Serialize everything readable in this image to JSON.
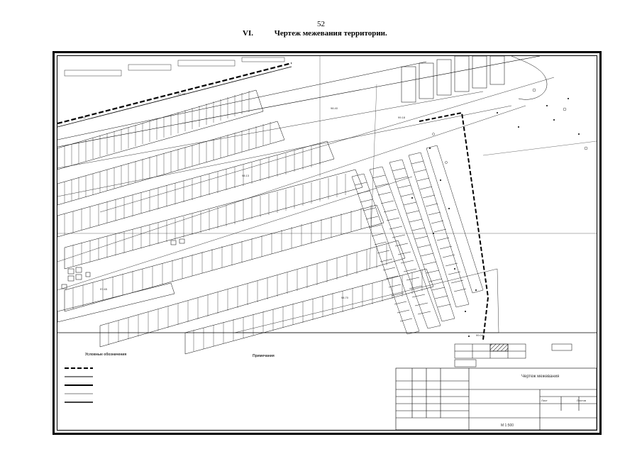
{
  "page_number": "52",
  "section": {
    "number": "VI.",
    "title": "Чертеж межевания территории."
  },
  "legend": {
    "title": "Условные обозначения",
    "notes_title": "Примечания"
  },
  "title_block": {
    "stamp_name": "Чертеж межевания",
    "scale": "М 1:500",
    "sheet_label": "Лист",
    "sheet_count_label": "Листов"
  }
}
